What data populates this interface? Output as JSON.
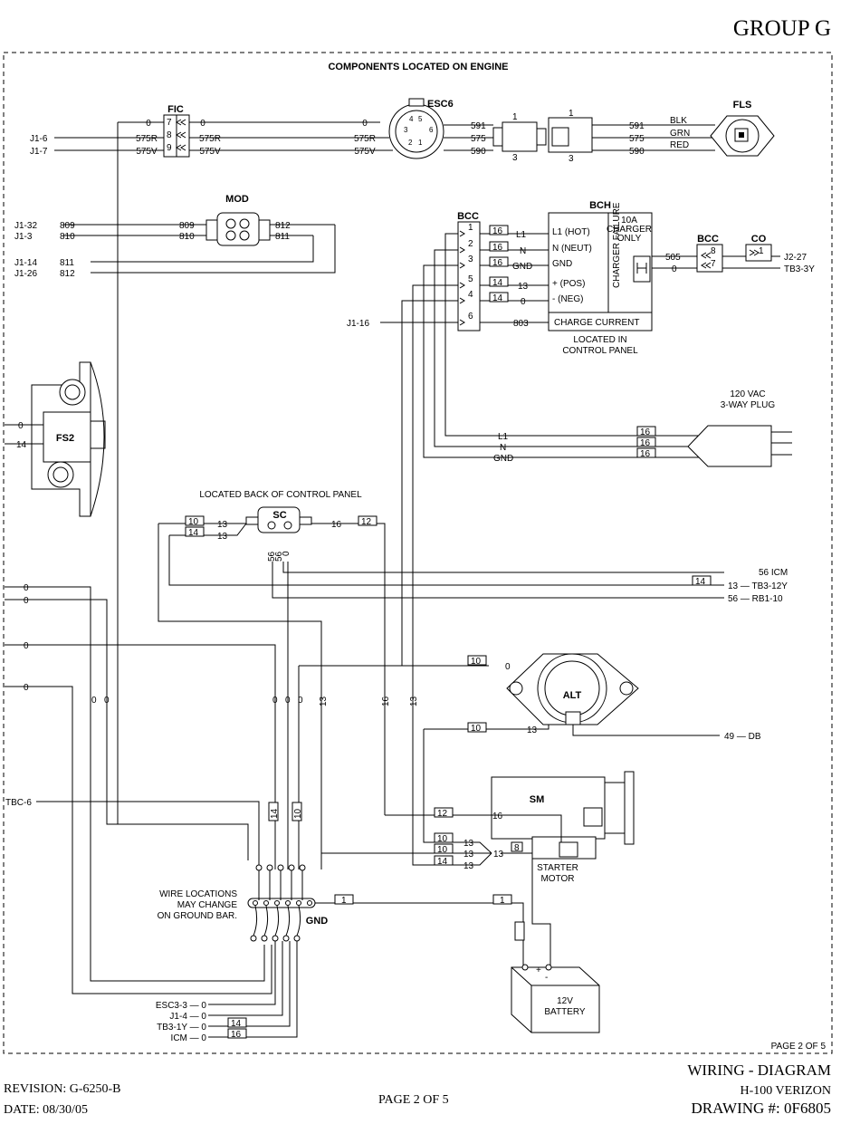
{
  "header": {
    "group": "GROUP G"
  },
  "frame": {
    "top_title": "COMPONENTS LOCATED ON ENGINE",
    "page_inner": "PAGE 2 OF 5"
  },
  "components": {
    "fic": "FIC",
    "esc6": "ESC6",
    "fls": "FLS",
    "mod": "MOD",
    "bch": "BCH",
    "bcc": "BCC",
    "co": "CO",
    "fs2": "FS2",
    "sc": "SC",
    "alt": "ALT",
    "sm": "SM",
    "gnd": "GND"
  },
  "fls_colors": [
    "BLK",
    "GRN",
    "RED"
  ],
  "fls_wires": [
    "591",
    "575",
    "590"
  ],
  "esc_wires": [
    "591",
    "575",
    "590"
  ],
  "fic_wires": {
    "in": [
      "0",
      "575R",
      "575V"
    ],
    "out": [
      "0",
      "575R",
      "575V"
    ],
    "far": [
      "0",
      "575R",
      "575V"
    ],
    "pins": [
      "7",
      "8",
      "9"
    ]
  },
  "fic_refs": [
    "J1-6",
    "J1-7"
  ],
  "connector_pins": {
    "left_top": "1",
    "right_top": "1",
    "left_bottom": "3",
    "right_bottom": "3"
  },
  "mod_wires": {
    "left_refs": [
      "J1-32",
      "J1-3"
    ],
    "left_nums": [
      "809",
      "810"
    ],
    "in_nums": [
      "809",
      "810"
    ],
    "out_nums": [
      "812",
      "811"
    ],
    "bottom_refs": [
      "J1-14",
      "J1-26"
    ],
    "bottom_nums": [
      "811",
      "812"
    ]
  },
  "bch_text": {
    "rows": [
      "L1 (HOT)",
      "N (NEUT)",
      "GND",
      "+ (POS)",
      "- (NEG)",
      "CHARGE CURRENT"
    ],
    "top_right": [
      "10A",
      "CHARGER",
      "ONLY"
    ],
    "failure": "CHARGER FAILURE",
    "note": [
      "LOCATED IN",
      "CONTROL PANEL"
    ]
  },
  "bcc_pins": [
    "1",
    "2",
    "3",
    "5",
    "4",
    "6"
  ],
  "bch_wire_labels": [
    "L1",
    "N",
    "GND",
    "13",
    "0",
    "803"
  ],
  "bch_gauges": [
    "16",
    "16",
    "16",
    "14",
    "14"
  ],
  "bch_ref": "J1-16",
  "co_wires": {
    "labels": [
      "505",
      "0"
    ],
    "pins": [
      "8",
      "7"
    ],
    "co_pin": "1",
    "refs": [
      "J2-27",
      "TB3-3Y"
    ]
  },
  "plug": {
    "title": [
      "120 VAC",
      "3-WAY PLUG"
    ],
    "wires": [
      "L1",
      "N",
      "GND"
    ],
    "gauges": [
      "16",
      "16",
      "16"
    ]
  },
  "fs2_wires": [
    "0",
    "14"
  ],
  "sc": {
    "note": "LOCATED BACK OF CONTROL PANEL",
    "left": [
      "13",
      "13"
    ],
    "left_gauges": [
      "10",
      "14"
    ],
    "right": "16",
    "right_gauge": "12",
    "bottom": [
      "56",
      "56",
      "0"
    ],
    "refs": [
      "56 ICM",
      "13 — TB3-12Y",
      "56 — RB1-10"
    ],
    "ref_gauge": "14"
  },
  "left_zeros": [
    "0",
    "0",
    "0",
    "0"
  ],
  "vertical_labels": [
    "0",
    "0",
    "0",
    "0",
    "0",
    "13",
    "16",
    "13"
  ],
  "alt": {
    "top_wire": "0",
    "top_gauge": "10",
    "bottom_wire": "13",
    "bottom_gauge": "10",
    "ref": "49 — DB"
  },
  "tbc": "TBC-6",
  "ground_gauges": [
    "14",
    "10"
  ],
  "starter": {
    "wires": [
      "16",
      "13",
      "13",
      "13"
    ],
    "gauges": [
      "12",
      "10",
      "10",
      "14"
    ],
    "junction": "13",
    "s_gauge": "8",
    "label": [
      "STARTER",
      "MOTOR"
    ]
  },
  "ground_bar": {
    "note": [
      "WIRE LOCATIONS",
      "MAY CHANGE",
      "ON GROUND BAR."
    ],
    "gauge": "1"
  },
  "battery": {
    "label": [
      "12V",
      "BATTERY"
    ],
    "gauge": "1"
  },
  "bottom_refs": [
    "ESC3-3 — 0",
    "J1-4 — 0",
    "TB3-1Y — 0",
    "ICM — 0"
  ],
  "bottom_gauges": [
    "14",
    "16"
  ],
  "footer": {
    "revision": "REVISION: G-6250-B",
    "date": "DATE: 08/30/05",
    "page": "PAGE 2 OF 5",
    "title": "WIRING - DIAGRAM",
    "model": "H-100 VERIZON",
    "drawing": "DRAWING #: 0F6805"
  }
}
